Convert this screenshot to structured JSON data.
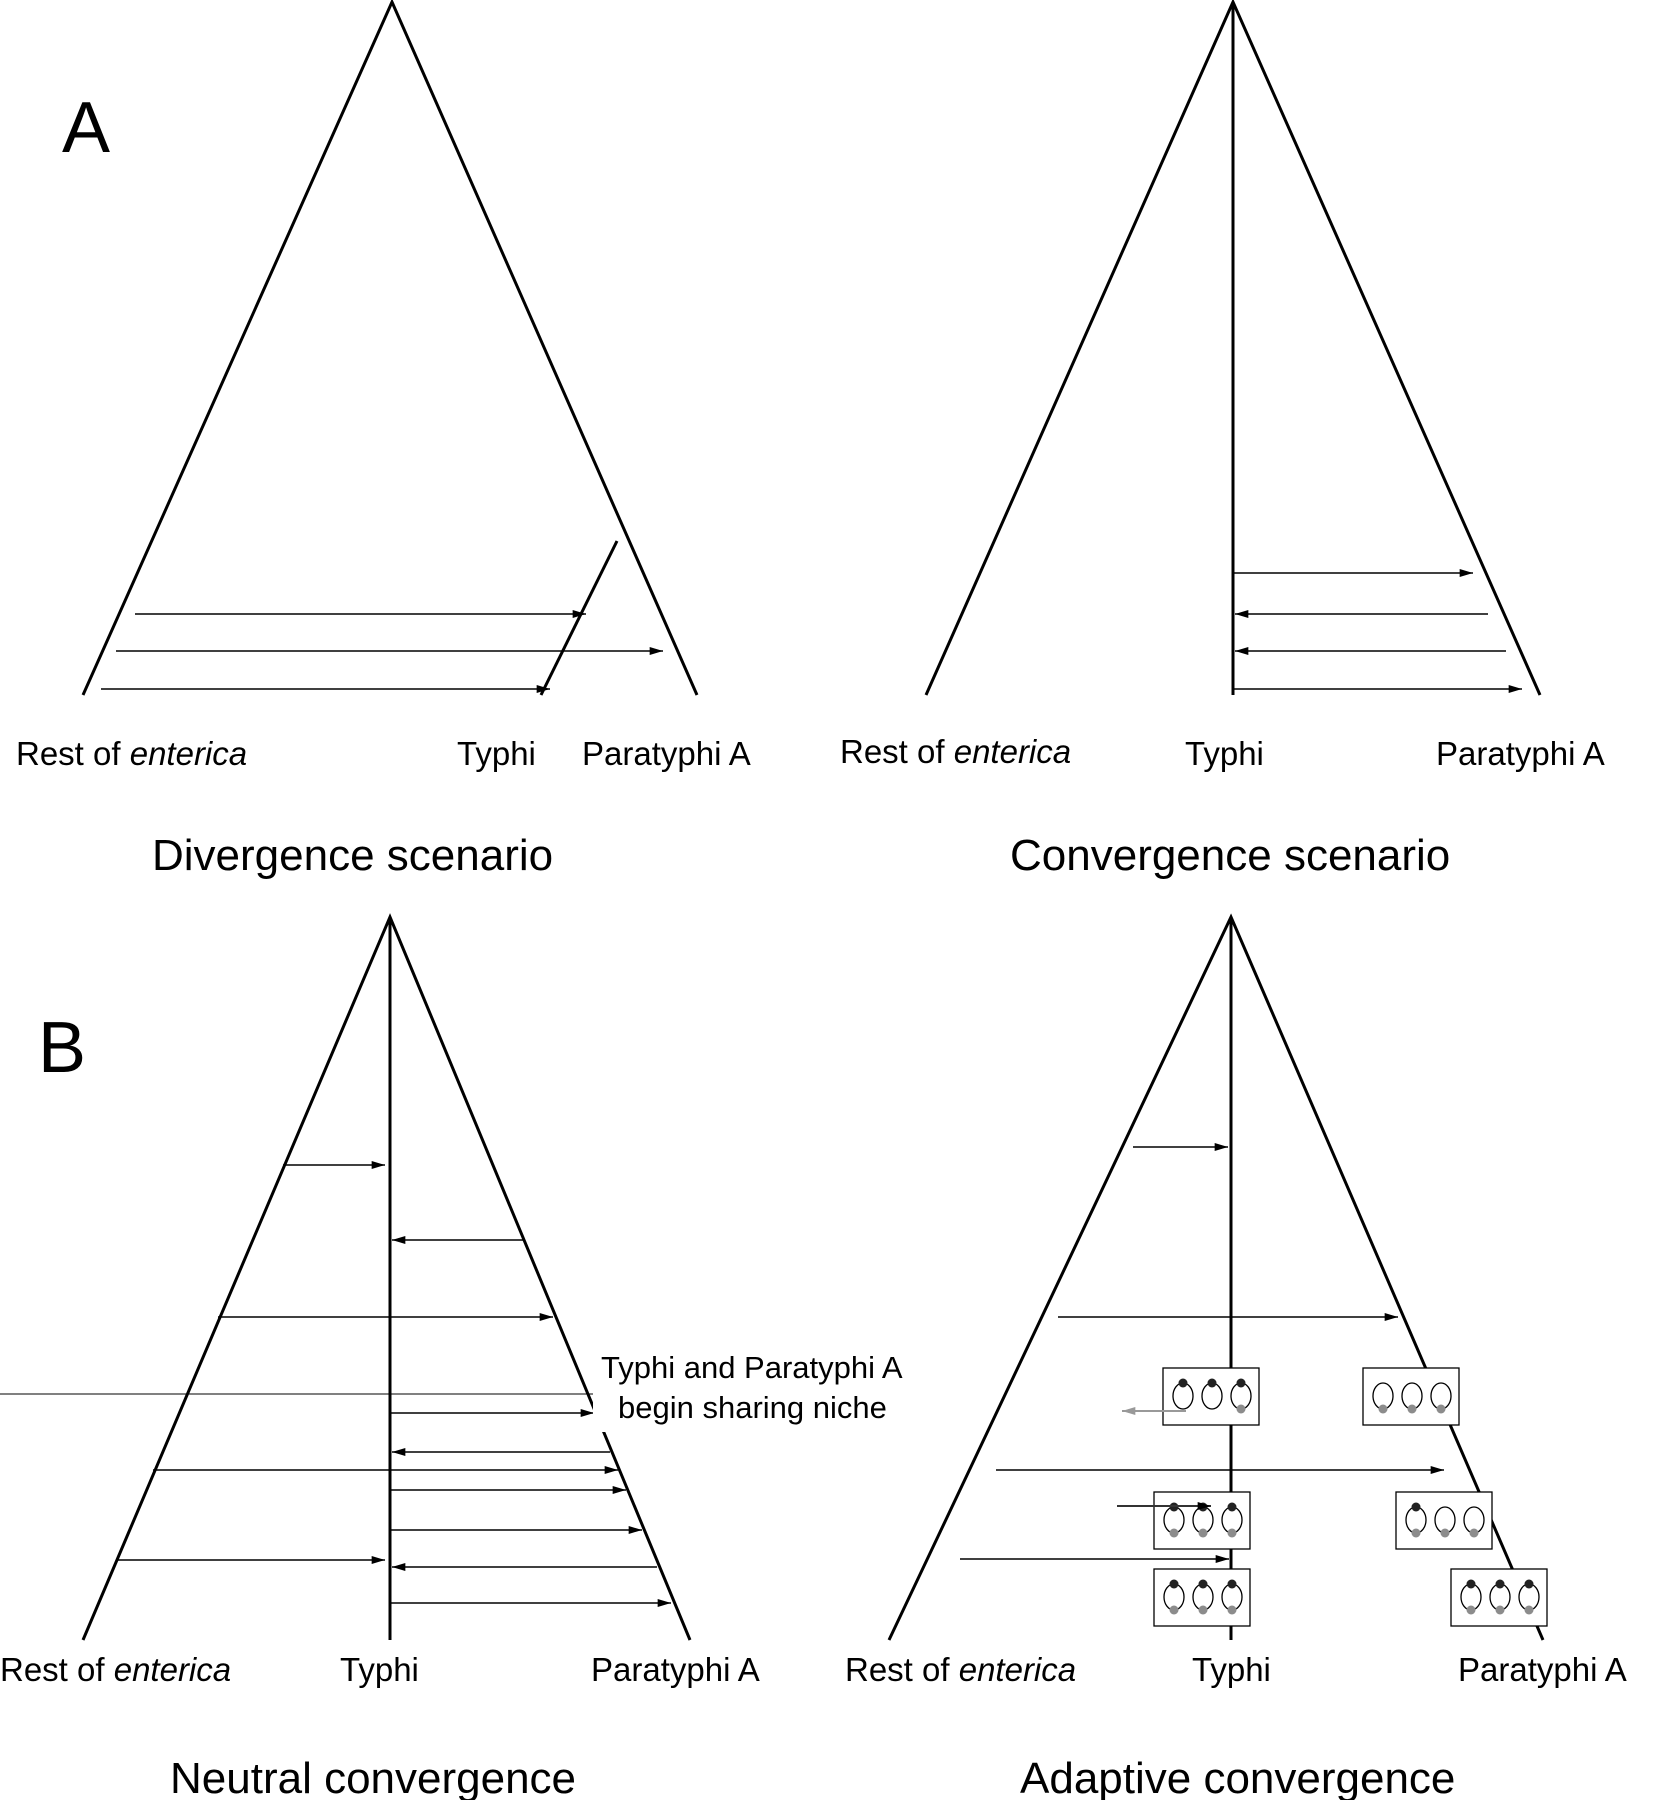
{
  "figure": {
    "panel_labels": {
      "a": "A",
      "b": "B"
    },
    "taxa": {
      "rest_prefix": "Rest of",
      "rest_italic": "enterica",
      "typhi": "Typhi",
      "paratyphi": "Paratyphi A"
    },
    "captions": {
      "divergence": "Divergence scenario",
      "convergence": "Convergence scenario",
      "neutral": "Neutral convergence",
      "adaptive": "Adaptive convergence"
    },
    "annotation": {
      "line1": "Typhi and Paratyphi A",
      "line2": "begin sharing niche"
    },
    "colors": {
      "line": "#000000",
      "dot_dark": "#222222",
      "dot_grey": "#8c8c8c",
      "grey_arrow": "#999999"
    }
  }
}
